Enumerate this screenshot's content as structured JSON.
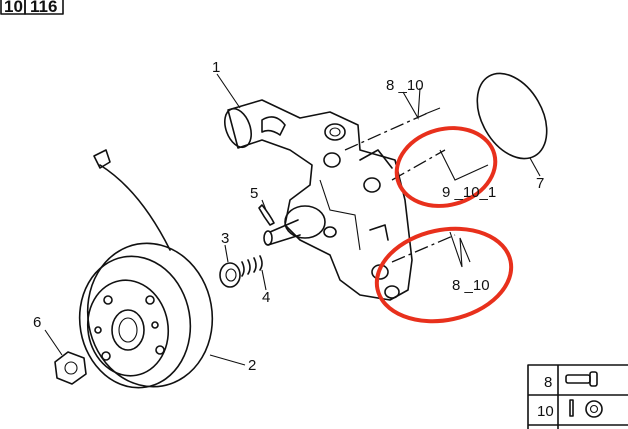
{
  "header": {
    "group": "10",
    "page": "116"
  },
  "callouts": {
    "p1": "1",
    "p2": "2",
    "p3": "3",
    "p4": "4",
    "p5": "5",
    "p6": "6",
    "p7": "7",
    "bolt_top": "8 _10",
    "bolt_mid": "9 _10_1",
    "bolt_low": "8 _10"
  },
  "legend": [
    {
      "num": "8",
      "icon": "bolt-icon"
    },
    {
      "num": "10",
      "icon": "washer-icon"
    }
  ],
  "highlight_color": "#e8301c"
}
